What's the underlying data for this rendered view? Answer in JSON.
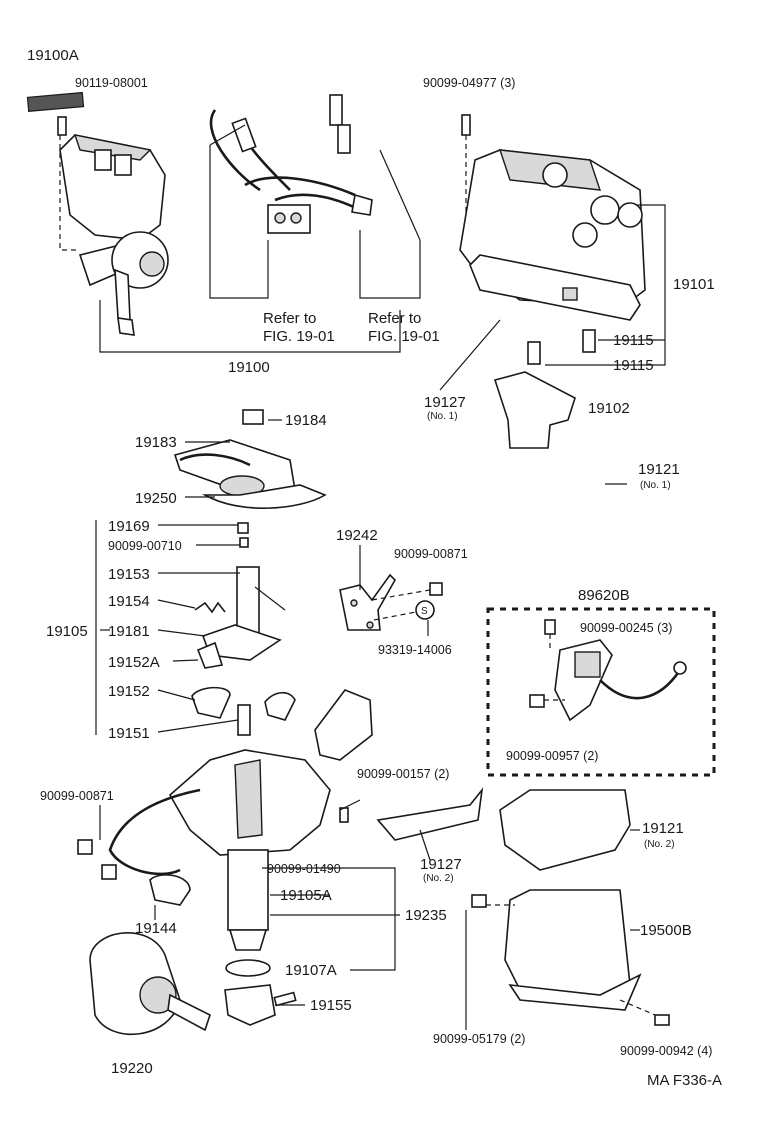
{
  "labels": {
    "p19100A": "19100A",
    "p90119_08001": "90119-08001",
    "p90099_04977": "90099-04977 (3)",
    "refer1_a": "Refer to",
    "refer1_b": "FIG. 19-01",
    "refer2_a": "Refer to",
    "refer2_b": "FIG. 19-01",
    "p19100": "19100",
    "p19101": "19101",
    "p19115a": "19115",
    "p19115b": "19115",
    "p19127_top": "19127",
    "p19127_top_note": "(No. 1)",
    "p19102": "19102",
    "p19184": "19184",
    "p19183": "19183",
    "p19250": "19250",
    "p19121_top": "19121",
    "p19121_top_note": "(No. 1)",
    "p19169": "19169",
    "p90099_00710": "90099-00710",
    "p19242": "19242",
    "p90099_00871_mid": "90099-00871",
    "p19153": "19153",
    "p19154": "19154",
    "p19105": "19105",
    "p19181": "19181",
    "p93319_14006": "93319-14006",
    "p89620B": "89620B",
    "p90099_00245": "90099-00245 (3)",
    "p19152A": "19152A",
    "p19152": "19152",
    "p19151": "19151",
    "p90099_00957": "90099-00957 (2)",
    "p90099_00157": "90099-00157 (2)",
    "p90099_00871_left": "90099-00871",
    "p19121_bot": "19121",
    "p19121_bot_note": "(No. 2)",
    "p90099_01490": "90099-01490",
    "p19127_bot": "19127",
    "p19127_bot_note": "(No. 2)",
    "p19105A": "19105A",
    "p19144": "19144",
    "p19235": "19235",
    "p19500B": "19500B",
    "p19107A": "19107A",
    "p19155": "19155",
    "p90099_05179": "90099-05179 (2)",
    "p90099_00942": "90099-00942 (4)",
    "p19220": "19220",
    "figure_code": "MA F336-A"
  },
  "callout_s": "S"
}
